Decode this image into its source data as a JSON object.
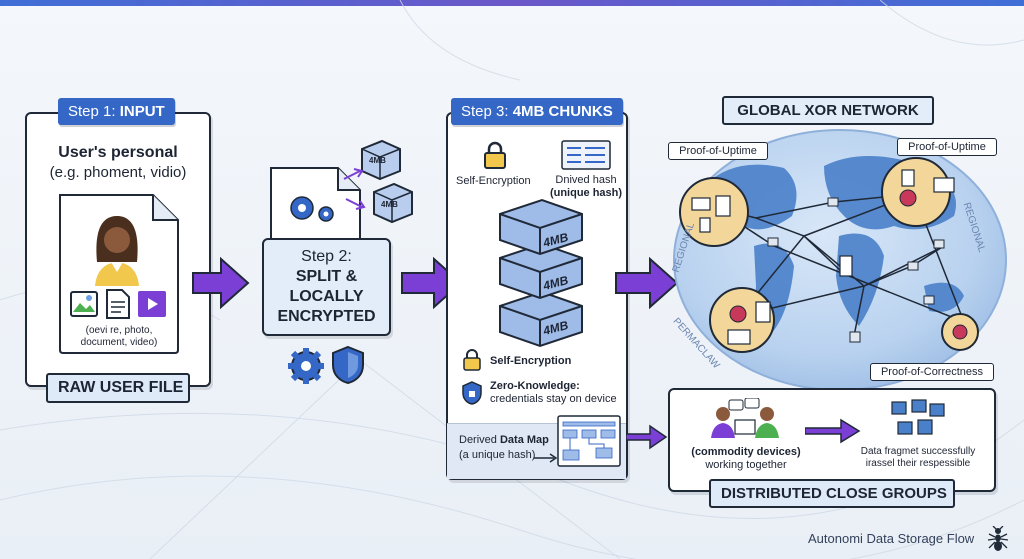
{
  "colors": {
    "accent": "#3567c6",
    "arrow": "#7b3fd6",
    "panel_fill": "#dfeaf8",
    "globe": "#4a80c9"
  },
  "step1": {
    "label_prefix": "Step 1:",
    "label_bold": "INPUT",
    "title": "User's personal",
    "subtitle": "(e.g. phoment, vidio)",
    "file_caption_1": "(oevi re, photo,",
    "file_caption_2": "document, video)",
    "footer": "RAW USER FILE"
  },
  "step2": {
    "chunk_label_1": "4MB",
    "chunk_label_2": "4MB",
    "line1": "Step 2:",
    "line2": "SPLIT &",
    "line3": "LOCALLY",
    "line4": "ENCRYPTED"
  },
  "step3": {
    "label_prefix": "Step 3:",
    "label_bold": "4MB CHUNKS",
    "lock_label": "Self-Encryption",
    "hash_label_1": "Dnived hash",
    "hash_label_2": "(unique hash)",
    "chunks": [
      "4MB",
      "4MB",
      "4MB"
    ],
    "self_enc": "Self-Encryption",
    "zk_title": "Zero-Knowledge:",
    "zk_desc": "credentials stay on device",
    "map_prefix": "Derived ",
    "map_bold": "Data Map",
    "map_sub": "(a unique hash)"
  },
  "network": {
    "title": "GLOBAL XOR NETWORK",
    "proof_uptime_left": "Proof-of-Uptime",
    "proof_uptime_right": "Proof-of-Uptime",
    "proof_correctness": "Proof-of-Correctness",
    "region_left": "REGIONAL",
    "region_right": "REGIONAL",
    "region_bottom": "PERMACLAW"
  },
  "groups": {
    "devices_bold": "(commodity devices)",
    "devices_sub": "working together",
    "frag_line1": "Data fragmet successfully",
    "frag_line2": "irassel their respessible",
    "footer": "DISTRIBUTED CLOSE GROUPS"
  },
  "footer": {
    "brand": "Autonomi Data Storage Flow"
  },
  "icons": [
    "person-icon",
    "image-icon",
    "document-icon",
    "video-icon",
    "gear-icon",
    "shield-icon",
    "lock-icon",
    "hash-table-icon",
    "database-chunk-icon",
    "globe-icon",
    "raspberry-pi-icon",
    "laptop-icon",
    "phone-icon",
    "people-icon",
    "puzzle-icon",
    "ant-logo-icon"
  ]
}
